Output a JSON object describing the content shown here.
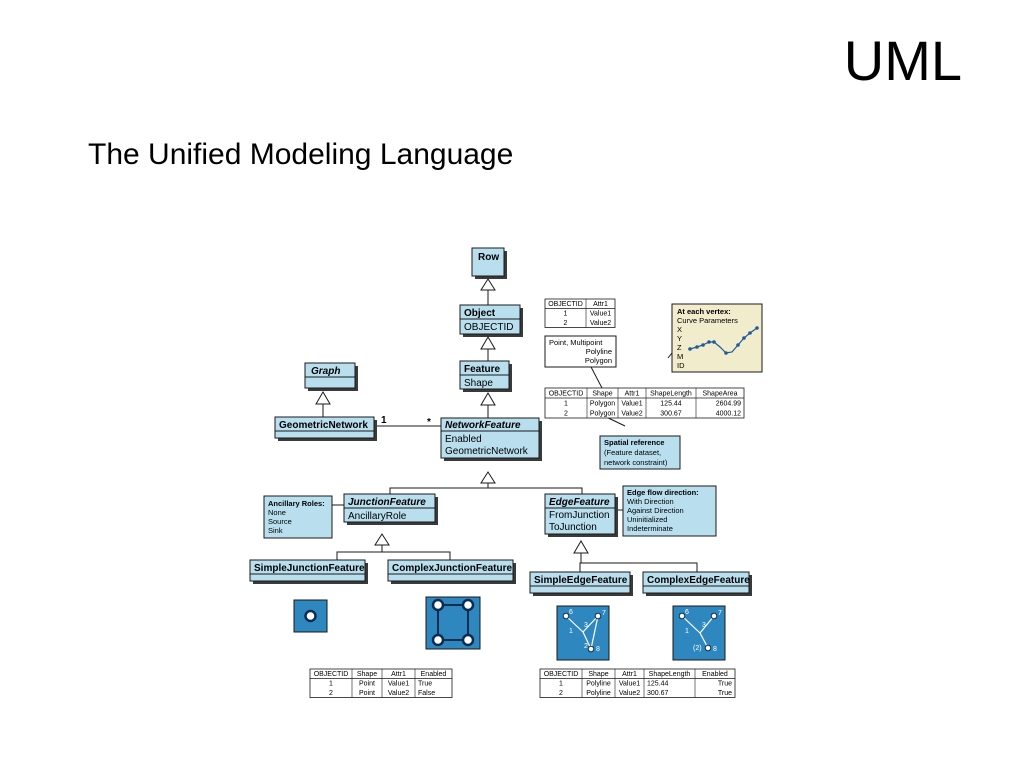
{
  "slide": {
    "title": "UML",
    "subtitle": "The Unified Modeling Language"
  },
  "colors": {
    "box_fill": "#b9dfef",
    "box_stroke": "#1a1a1a",
    "shadow": "#3a3a3a",
    "symbol_fill": "#2f87c0",
    "note_fill": "#f1eccc"
  },
  "classes": {
    "row": {
      "name": "Row"
    },
    "object": {
      "name": "Object",
      "attrs": [
        "OBJECTID"
      ]
    },
    "feature": {
      "name": "Feature",
      "attrs": [
        "Shape"
      ]
    },
    "graph": {
      "name": "Graph"
    },
    "geometric_network": {
      "name": "GeometricNetwork"
    },
    "network_feature": {
      "name": "NetworkFeature",
      "attrs": [
        "Enabled",
        "GeometricNetwork"
      ]
    },
    "junction_feature": {
      "name": "JunctionFeature",
      "attrs": [
        "AncillaryRole"
      ]
    },
    "edge_feature": {
      "name": "EdgeFeature",
      "attrs": [
        "FromJunction",
        "ToJunction"
      ]
    },
    "simple_junction": {
      "name": "SimpleJunctionFeature"
    },
    "complex_junction": {
      "name": "ComplexJunctionFeature"
    },
    "simple_edge": {
      "name": "SimpleEdgeFeature"
    },
    "complex_edge": {
      "name": "ComplexEdgeFeature"
    }
  },
  "multiplicity": {
    "left": "1",
    "right": "*"
  },
  "notes": {
    "vertex": {
      "title": "At each vertex:",
      "lines": [
        "Curve Parameters",
        "X",
        "Y",
        "Z",
        "M",
        "ID"
      ]
    },
    "shapes": {
      "lines": [
        "Point, Multipoint",
        "Polyline",
        "Polygon"
      ]
    },
    "spatial": {
      "title": "Spatial reference",
      "lines": [
        "(Feature dataset,",
        "network constraint)"
      ]
    },
    "ancillary": {
      "title": "Ancillary Roles:",
      "lines": [
        "None",
        "Source",
        "Sink"
      ]
    },
    "edgeflow": {
      "title": "Edge flow direction:",
      "lines": [
        "With Direction",
        "Against Direction",
        "Uninitialized",
        "Indeterminate"
      ]
    }
  },
  "edge_labels": {
    "simple": [
      "6",
      "7",
      "3",
      "1",
      "2",
      "8"
    ],
    "complex": [
      "6",
      "7",
      "3",
      "1",
      "(2)",
      "8"
    ]
  },
  "tables": {
    "object_table": {
      "headers": [
        "OBJECTID",
        "Attr1"
      ],
      "rows": [
        [
          "1",
          "Value1"
        ],
        [
          "2",
          "Value2"
        ]
      ]
    },
    "feature_table": {
      "headers": [
        "OBJECTID",
        "Shape",
        "Attr1",
        "ShapeLength",
        "ShapeArea"
      ],
      "rows": [
        [
          "1",
          "Polygon",
          "Value1",
          "125.44",
          "2604.99"
        ],
        [
          "2",
          "Polygon",
          "Value2",
          "300.67",
          "4000.12"
        ]
      ]
    },
    "junction_table": {
      "headers": [
        "OBJECTID",
        "Shape",
        "Attr1",
        "Enabled"
      ],
      "rows": [
        [
          "1",
          "Point",
          "Value1",
          "True"
        ],
        [
          "2",
          "Point",
          "Value2",
          "False"
        ]
      ]
    },
    "edge_table": {
      "headers": [
        "OBJECTID",
        "Shape",
        "Attr1",
        "ShapeLength",
        "Enabled"
      ],
      "rows": [
        [
          "1",
          "Polyline",
          "Value1",
          "125.44",
          "True"
        ],
        [
          "2",
          "Polyline",
          "Value2",
          "300.67",
          "True"
        ]
      ]
    }
  }
}
